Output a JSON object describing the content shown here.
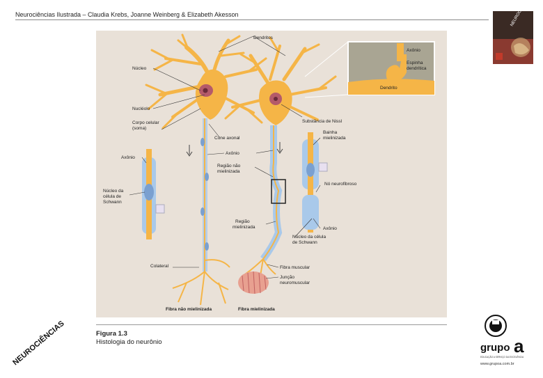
{
  "header": {
    "title": "Neurociências Ilustrada – Claudia Krebs, Joanne Weinberg & Elizabeth Akesson"
  },
  "cover": {
    "text": "NEUROCIÊNCIAS"
  },
  "diagram": {
    "labels": {
      "dendritos": "Dendritos",
      "nucleo": "Núcleo",
      "nucleolo": "Nucléolo",
      "corpo_celular_1": "Corpo celular",
      "corpo_celular_2": "(soma)",
      "cone_axonal": "Cone axonal",
      "axonio_center": "Axônio",
      "regiao_nao_1": "Região não",
      "regiao_nao_2": "mielinizada",
      "axonio_left": "Axônio",
      "nucleo_schwann_1": "Núcleo da",
      "nucleo_schwann_2": "célula de",
      "nucleo_schwann_3": "Schwann",
      "colateral": "Colateral",
      "fibra_nao": "Fibra não mielinizada",
      "fibra_mie": "Fibra mielinizada",
      "inset_axonio": "Axônio",
      "inset_espinha_1": "Espinha",
      "inset_espinha_2": "dendrítica",
      "inset_dendrito": "Dendrito",
      "nissl": "Substância de Nissl",
      "bainha_1": "Bainha",
      "bainha_2": "mielinizada",
      "no_neuro": "Nó neurofibroso",
      "axonio_right": "Axônio",
      "nucleo_cel_1": "Núcleo da célula",
      "nucleo_cel_2": "de Schwann",
      "regiao_mie_1": "Região",
      "regiao_mie_2": "mielinizada",
      "fibra_muscular": "Fibra muscular",
      "juncao_1": "Junção",
      "juncao_2": "neuromuscular"
    }
  },
  "caption": {
    "number": "Figura 1.3",
    "text": "Histologia do neurônio"
  },
  "stamp": {
    "text": "NEUROCIÊNCIAS"
  },
  "publisher": {
    "name_1": "grupo",
    "name_2": "a",
    "tagline": "EDUCAÇÃO A SERVIÇO DA EXCELÊNCIA",
    "url": "www.grupoa.com.br"
  },
  "colors": {
    "neuron": "#f5b547",
    "neuron_dark": "#e29a2b",
    "myelin": "#a9c9ea",
    "background": "#e9e1d8",
    "nucleus": "#b45a6a"
  }
}
